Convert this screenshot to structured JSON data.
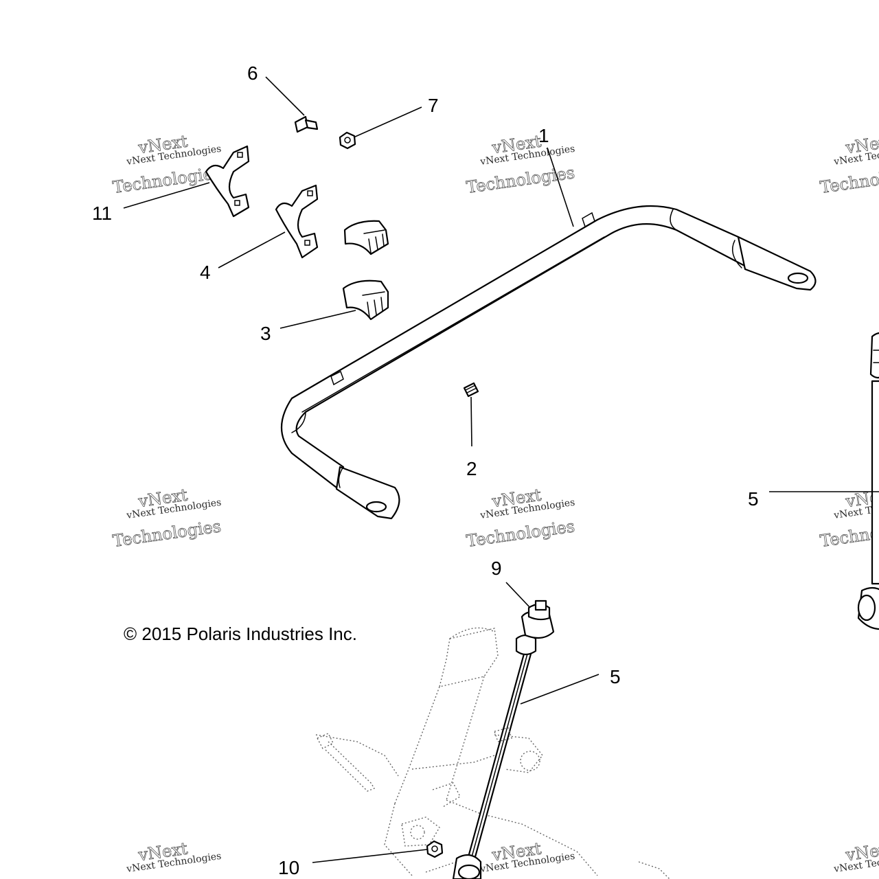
{
  "diagram": {
    "copyright": "© 2015 Polaris Industries Inc.",
    "watermark": {
      "line1": "vNext Technologies",
      "line2": "vNext",
      "line3": "Technologies"
    },
    "callouts": [
      {
        "id": "c1",
        "label": "1"
      },
      {
        "id": "c2",
        "label": "2"
      },
      {
        "id": "c3",
        "label": "3"
      },
      {
        "id": "c4",
        "label": "4"
      },
      {
        "id": "c5a",
        "label": "5"
      },
      {
        "id": "c5b",
        "label": "5"
      },
      {
        "id": "c6",
        "label": "6"
      },
      {
        "id": "c7",
        "label": "7"
      },
      {
        "id": "c9",
        "label": "9"
      },
      {
        "id": "c10",
        "label": "10"
      },
      {
        "id": "c11",
        "label": "11"
      }
    ]
  }
}
